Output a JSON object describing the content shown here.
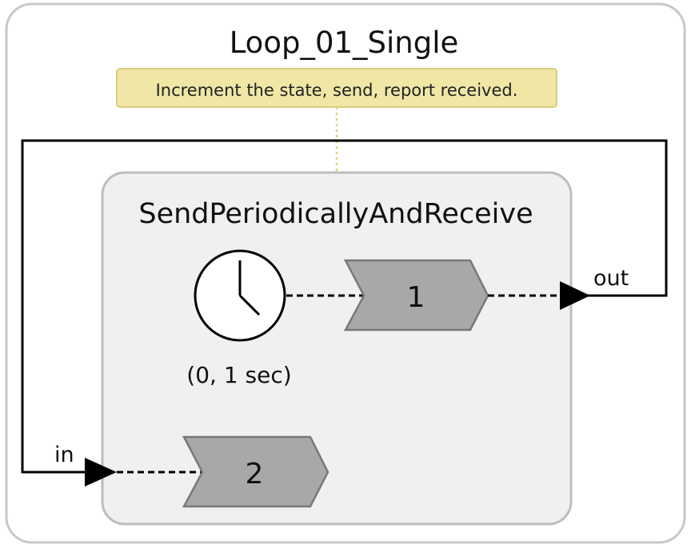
{
  "diagram": {
    "title": "Loop_01_Single",
    "comment": "Increment the state, send, report received.",
    "reactor": {
      "name": "SendPeriodicallyAndReceive",
      "timer_label": "(0, 1 sec)",
      "reactions": [
        "1",
        "2"
      ],
      "output_port": "out",
      "input_port": "in"
    },
    "colors": {
      "outer_border": "#c8c8c8",
      "reactor_fill": "#f0f0f0",
      "reactor_border": "#bdbdbd",
      "comment_fill": "#f0e6a6",
      "comment_border": "#d8cd7d",
      "reaction_fill": "#a8a8a8",
      "reaction_border": "#787878",
      "connection": "#000000"
    }
  }
}
